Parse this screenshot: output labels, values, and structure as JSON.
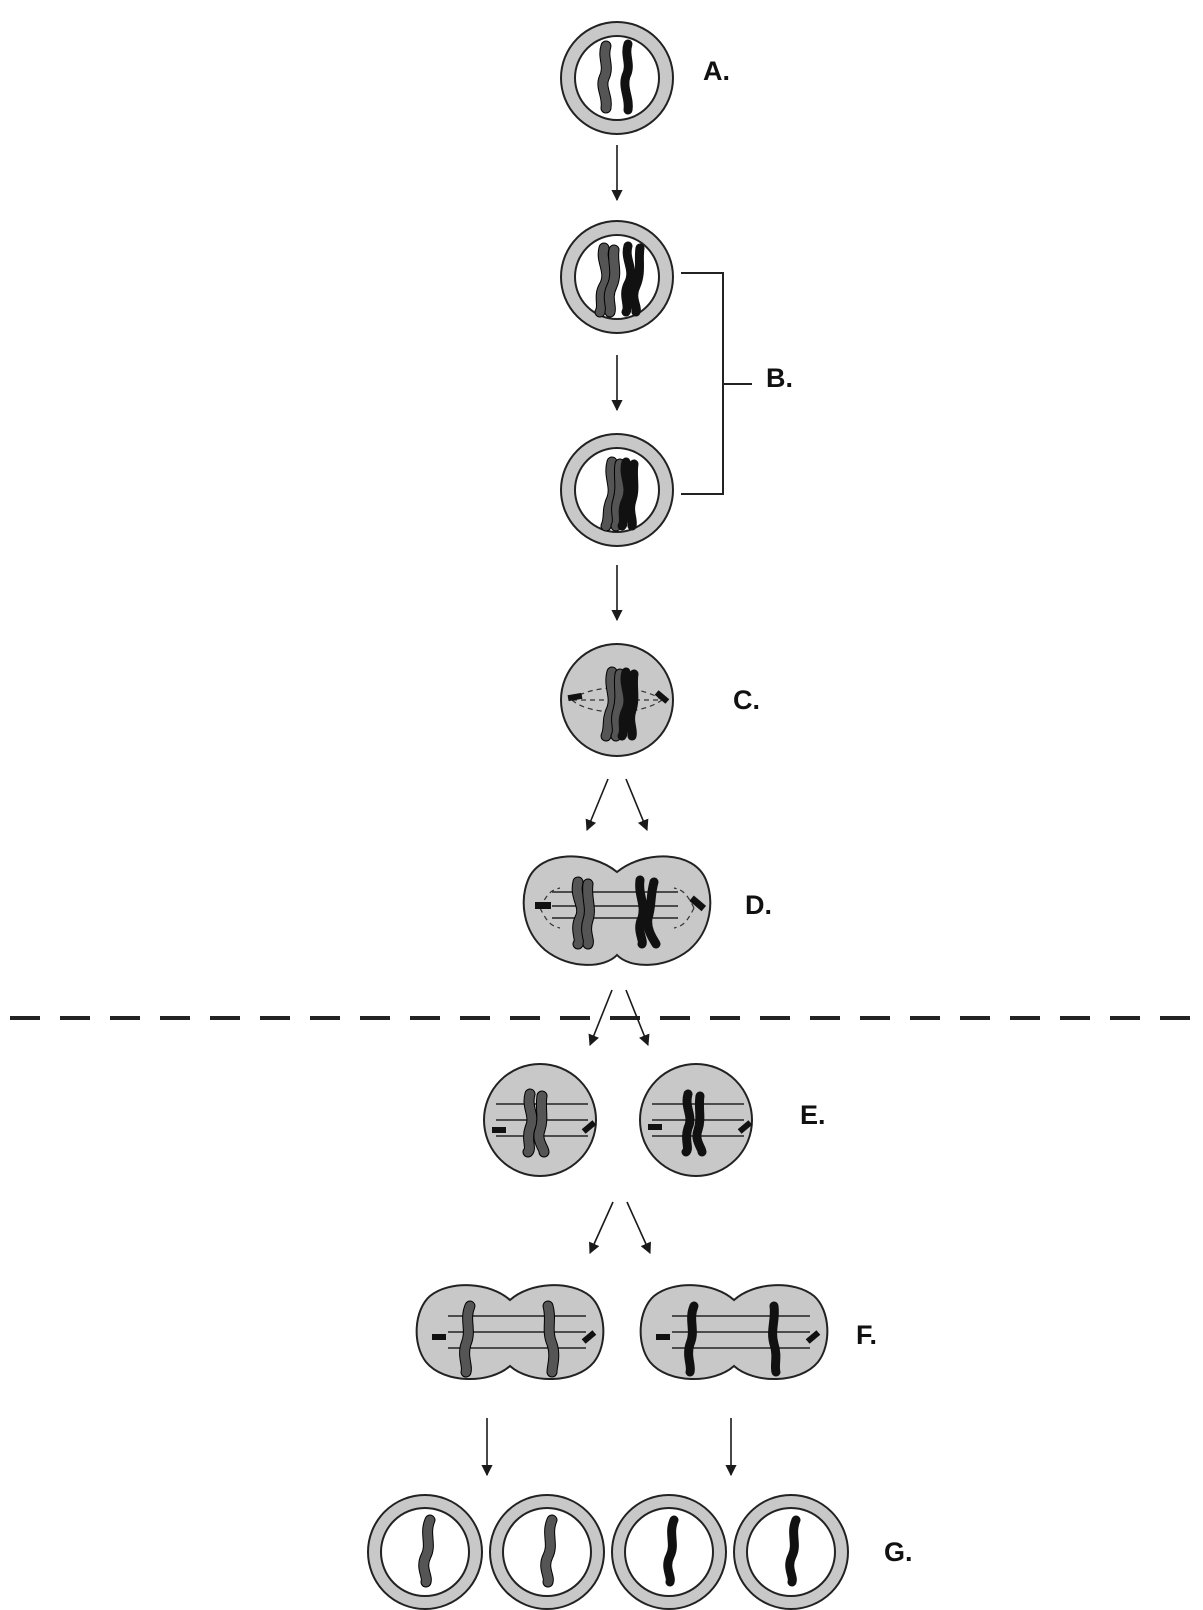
{
  "labels": {
    "A": "A.",
    "B": "B.",
    "C": "C.",
    "D": "D.",
    "E": "E.",
    "F": "F.",
    "G": "G."
  },
  "colors": {
    "cell_gray": "#c8c8c8",
    "nucleus_white": "#ffffff",
    "chromosome_gray": "#555555",
    "chromosome_black": "#111111",
    "outline": "#222222"
  }
}
